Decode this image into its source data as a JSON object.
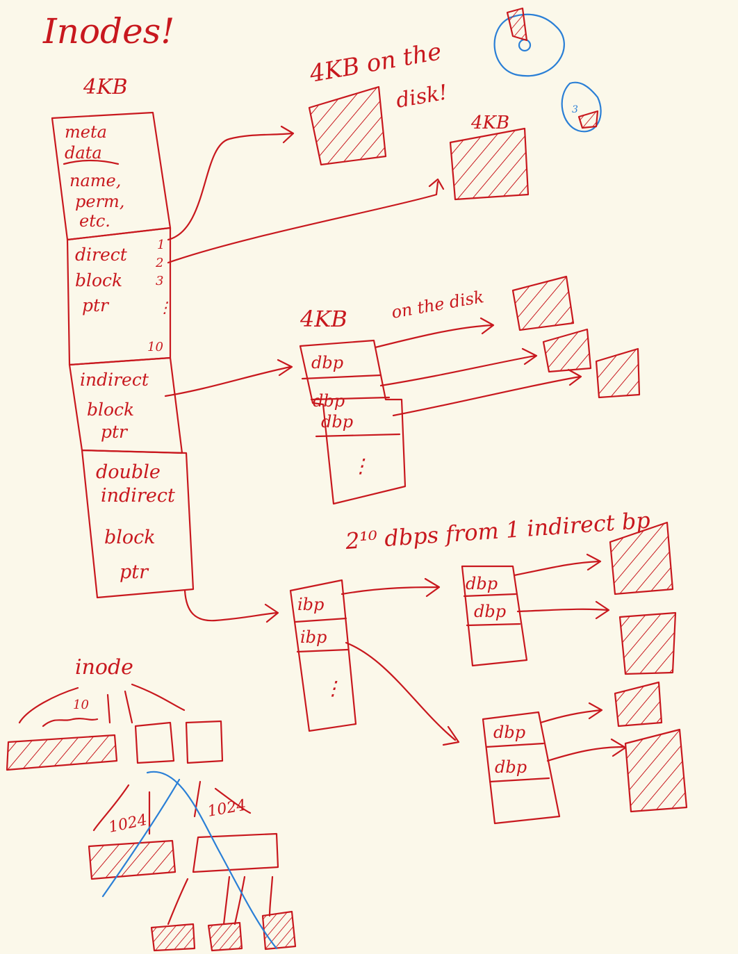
{
  "colors": {
    "ink": "#c8181e",
    "blue_ink": "#2a7fd6",
    "paper": "#fbf8ea"
  },
  "title": "Inodes!",
  "inode": {
    "size_label": "4KB",
    "metadata": {
      "heading_1": "meta",
      "heading_2": "data",
      "line_1": "name,",
      "line_2": "perm,",
      "line_3": "etc."
    },
    "direct": {
      "line_1": "direct",
      "line_2": "block",
      "line_3": "ptr",
      "idx_1": "1",
      "idx_2": "2",
      "idx_3": "3",
      "dots": "⋮",
      "idx_last": "10"
    },
    "indirect": {
      "line_1": "indirect",
      "line_2": "block",
      "line_3": "ptr"
    },
    "double": {
      "line_1": "double",
      "line_2": "indirect",
      "line_3": "block",
      "line_4": "ptr"
    }
  },
  "disk_label_1": "4KB on the",
  "disk_label_2": "disk!",
  "block_label_2": "4KB",
  "indirect_block": {
    "size_label": "4KB",
    "note": "on the disk",
    "slot": "dbp",
    "dots": "⋮"
  },
  "count_note": "2¹⁰ dbps from 1 indirect bp",
  "double_block": {
    "slot": "ibp",
    "dots": "⋮"
  },
  "sub_block": {
    "slot": "dbp"
  },
  "tree": {
    "root": "inode",
    "count_10": "10",
    "count_a": "1024",
    "count_b": "1024"
  },
  "platter_label": "3"
}
